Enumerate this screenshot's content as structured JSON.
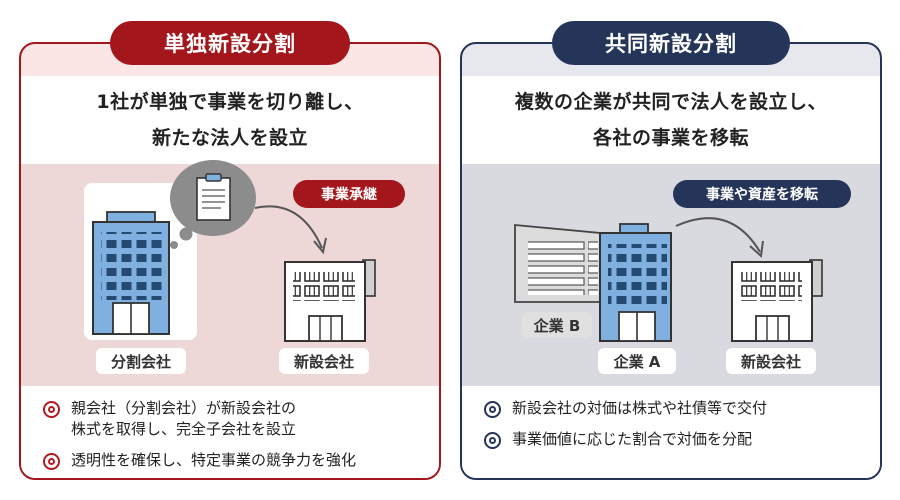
{
  "left": {
    "title": "単独新設分割",
    "description": [
      "1社が単独で事業を切り離し、",
      "新たな法人を設立"
    ],
    "tag": "事業承継",
    "labels": {
      "source": "分割会社",
      "new": "新設会社"
    },
    "notes": [
      [
        "親会社（分割会社）が新設会社の",
        "株式を取得し、完全子会社を設立"
      ],
      [
        "透明性を確保し、特定事業の競争力を強化"
      ]
    ]
  },
  "right": {
    "title": "共同新設分割",
    "description": [
      "複数の企業が共同で法人を設立し、",
      "各社の事業を移転"
    ],
    "tag": "事業や資産を移転",
    "labels": {
      "company_b": "企業 B",
      "company_a": "企業 A",
      "new": "新設会社"
    },
    "notes": [
      [
        "新設会社の対価は株式や社債等で交付"
      ],
      [
        "事業価値に応じた割合で対価を分配"
      ]
    ]
  },
  "colors": {
    "left_accent": "#a3161b",
    "right_accent": "#25355a",
    "building_blue": "#7fb0e0",
    "window_blue": "#244a72"
  }
}
